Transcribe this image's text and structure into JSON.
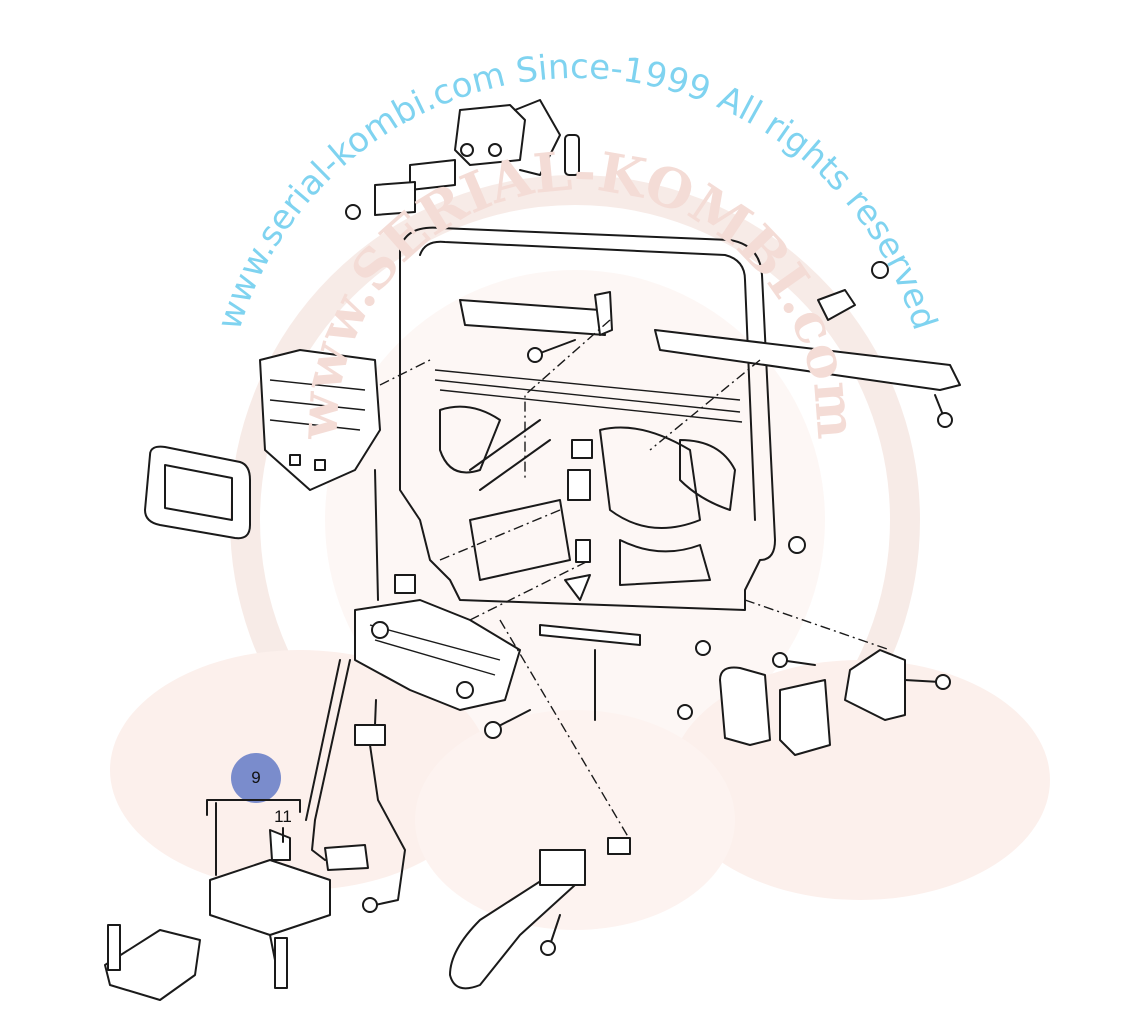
{
  "watermark": {
    "outer_text": "www.serial-kombi.com   Since-1999 All rights reserved",
    "inner_text": "www.SERIAL-KOMBI.com",
    "outer_color": "#7fd3f0",
    "inner_color": "#f4dcd6"
  },
  "callouts": {
    "highlighted": {
      "label": "9",
      "color": "#7a8ccc"
    },
    "secondary": {
      "label": "11"
    }
  }
}
